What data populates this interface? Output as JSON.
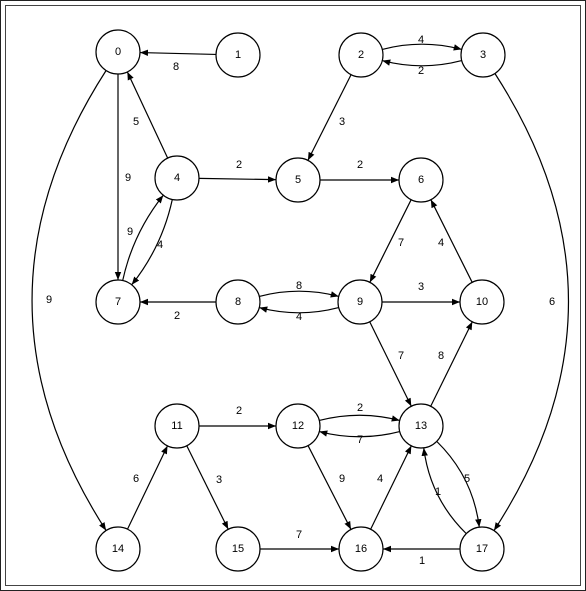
{
  "graph": {
    "nodes": [
      {
        "id": "0",
        "label": "0"
      },
      {
        "id": "1",
        "label": "1"
      },
      {
        "id": "2",
        "label": "2"
      },
      {
        "id": "3",
        "label": "3"
      },
      {
        "id": "4",
        "label": "4"
      },
      {
        "id": "5",
        "label": "5"
      },
      {
        "id": "6",
        "label": "6"
      },
      {
        "id": "7",
        "label": "7"
      },
      {
        "id": "8",
        "label": "8"
      },
      {
        "id": "9",
        "label": "9"
      },
      {
        "id": "10",
        "label": "10"
      },
      {
        "id": "11",
        "label": "11"
      },
      {
        "id": "12",
        "label": "12"
      },
      {
        "id": "13",
        "label": "13"
      },
      {
        "id": "14",
        "label": "14"
      },
      {
        "id": "15",
        "label": "15"
      },
      {
        "id": "16",
        "label": "16"
      },
      {
        "id": "17",
        "label": "17"
      }
    ],
    "edges": [
      {
        "from": "1",
        "to": "0",
        "weight": "8"
      },
      {
        "from": "2",
        "to": "3",
        "weight": "4"
      },
      {
        "from": "3",
        "to": "2",
        "weight": "2"
      },
      {
        "from": "2",
        "to": "5",
        "weight": "3"
      },
      {
        "from": "4",
        "to": "0",
        "weight": "5"
      },
      {
        "from": "0",
        "to": "7",
        "weight": "9"
      },
      {
        "from": "7",
        "to": "4",
        "weight": "9"
      },
      {
        "from": "4",
        "to": "7",
        "weight": "4"
      },
      {
        "from": "4",
        "to": "5",
        "weight": "2"
      },
      {
        "from": "5",
        "to": "6",
        "weight": "2"
      },
      {
        "from": "6",
        "to": "9",
        "weight": "7"
      },
      {
        "from": "10",
        "to": "6",
        "weight": "4"
      },
      {
        "from": "9",
        "to": "8",
        "weight": "8"
      },
      {
        "from": "8",
        "to": "9",
        "weight": "4"
      },
      {
        "from": "8",
        "to": "7",
        "weight": "2"
      },
      {
        "from": "9",
        "to": "10",
        "weight": "3"
      },
      {
        "from": "9",
        "to": "13",
        "weight": "7"
      },
      {
        "from": "13",
        "to": "10",
        "weight": "8"
      },
      {
        "from": "0",
        "to": "14",
        "weight": "9"
      },
      {
        "from": "3",
        "to": "17",
        "weight": "6"
      },
      {
        "from": "11",
        "to": "12",
        "weight": "2"
      },
      {
        "from": "12",
        "to": "13",
        "weight": "2"
      },
      {
        "from": "13",
        "to": "12",
        "weight": "7"
      },
      {
        "from": "11",
        "to": "15",
        "weight": "3"
      },
      {
        "from": "14",
        "to": "11",
        "weight": "6"
      },
      {
        "from": "12",
        "to": "16",
        "weight": "9"
      },
      {
        "from": "16",
        "to": "13",
        "weight": "4"
      },
      {
        "from": "13",
        "to": "17",
        "weight": "5"
      },
      {
        "from": "17",
        "to": "13",
        "weight": "1"
      },
      {
        "from": "15",
        "to": "16",
        "weight": "7"
      },
      {
        "from": "17",
        "to": "16",
        "weight": "1"
      }
    ]
  }
}
